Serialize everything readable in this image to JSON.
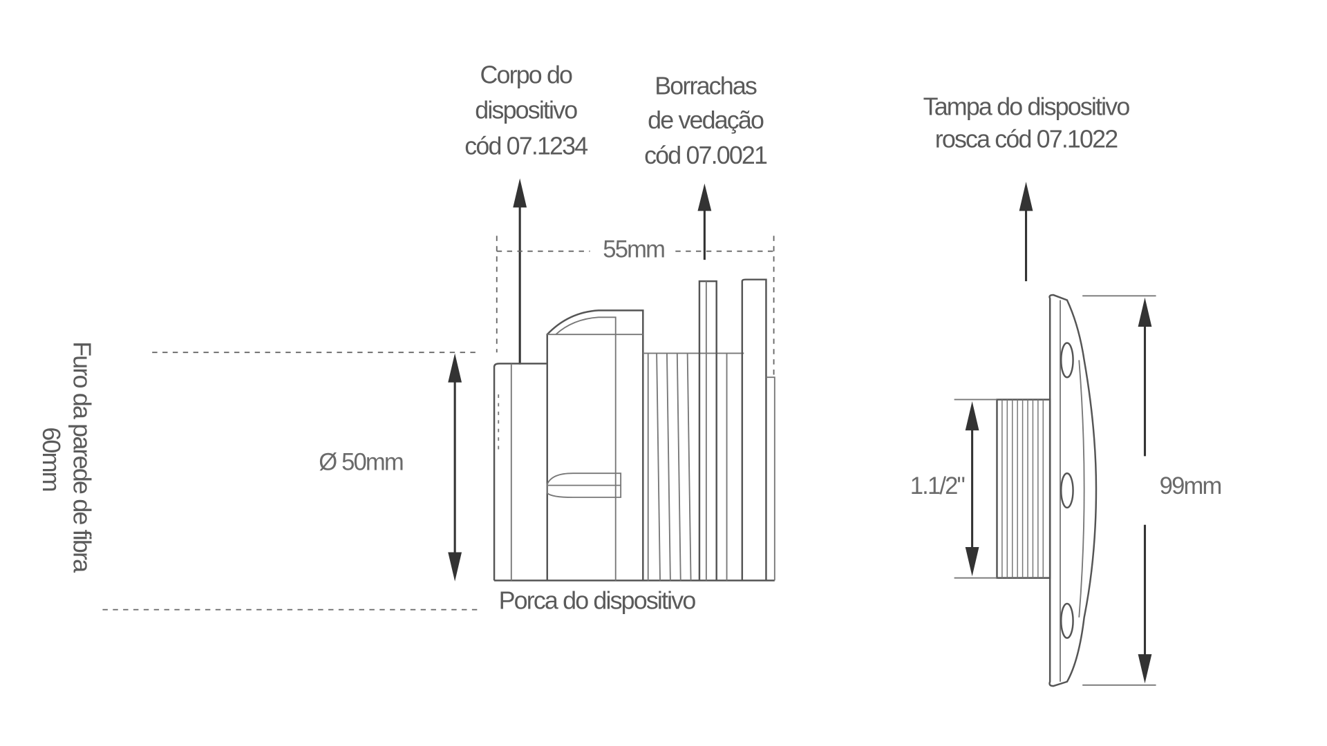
{
  "labels": {
    "body": [
      "Corpo do",
      "dispositivo",
      "cód 07.1234"
    ],
    "seals": [
      "Borrachas",
      "de vedação",
      "cód 07.0021"
    ],
    "cap": [
      "Tampa do dispositivo",
      "rosca cód 07.1022"
    ],
    "nut": "Porca do dispositivo",
    "wall_hole": [
      "Furo da parede de fibra",
      "60mm"
    ]
  },
  "dimensions": {
    "length": "55mm",
    "diameter": "Ø 50mm",
    "thread": "1.1/2\"",
    "cap_diameter": "99mm"
  }
}
